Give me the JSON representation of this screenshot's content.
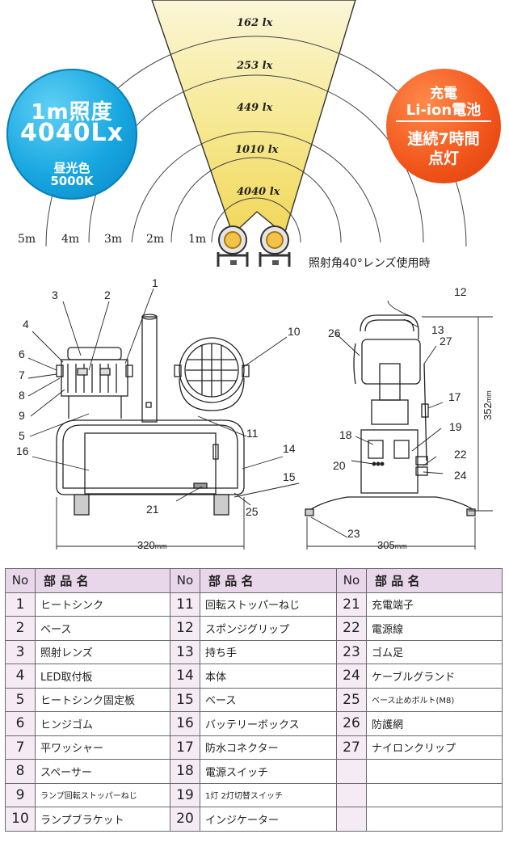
{
  "illuminance": {
    "levels": [
      {
        "lux": "162 lx",
        "distance": "5m"
      },
      {
        "lux": "253 lx",
        "distance": "4m"
      },
      {
        "lux": "449 lx",
        "distance": "3m"
      },
      {
        "lux": "1010 lx",
        "distance": "2m"
      },
      {
        "lux": "4040 lx",
        "distance": "1m"
      }
    ],
    "beam_color": "#f4e27c",
    "lens_caption": "照射角40°レンズ使用時"
  },
  "badge_left": {
    "line1": "1m照度",
    "line2": "4040Lx",
    "line3": "昼光色",
    "line4": "5000K",
    "color": "#17a6e0"
  },
  "badge_right": {
    "line1": "充電",
    "line2": "Li-ion電池",
    "line3": "連続7時間",
    "line4": "点灯",
    "color": "#f1541a"
  },
  "drawing": {
    "front_callouts": [
      "1",
      "2",
      "3",
      "4",
      "5",
      "6",
      "7",
      "8",
      "9",
      "10",
      "11",
      "14",
      "15",
      "16",
      "21",
      "25"
    ],
    "side_callouts": [
      "12",
      "13",
      "17",
      "18",
      "19",
      "20",
      "22",
      "23",
      "24",
      "26",
      "27"
    ],
    "width_front": "320",
    "width_side": "305",
    "height_side": "352",
    "unit": "mm"
  },
  "table": {
    "header_no": "No",
    "header_name": "部 品 名",
    "rows": [
      [
        {
          "no": "1",
          "name": "ヒートシンク"
        },
        {
          "no": "11",
          "name": "回転ストッパーねじ"
        },
        {
          "no": "21",
          "name": "充電端子"
        }
      ],
      [
        {
          "no": "2",
          "name": "ベース"
        },
        {
          "no": "12",
          "name": "スポンジグリップ"
        },
        {
          "no": "22",
          "name": "電源線"
        }
      ],
      [
        {
          "no": "3",
          "name": "照射レンズ"
        },
        {
          "no": "13",
          "name": "持ち手"
        },
        {
          "no": "23",
          "name": "ゴム足"
        }
      ],
      [
        {
          "no": "4",
          "name": "LED取付板"
        },
        {
          "no": "14",
          "name": "本体"
        },
        {
          "no": "24",
          "name": "ケーブルグランド"
        }
      ],
      [
        {
          "no": "5",
          "name": "ヒートシンク固定板"
        },
        {
          "no": "15",
          "name": "ベース"
        },
        {
          "no": "25",
          "name": "ベース止めボルト(M8)"
        }
      ],
      [
        {
          "no": "6",
          "name": "ヒンジゴム"
        },
        {
          "no": "16",
          "name": "バッテリーボックス"
        },
        {
          "no": "26",
          "name": "防護網"
        }
      ],
      [
        {
          "no": "7",
          "name": "平ワッシャー"
        },
        {
          "no": "17",
          "name": "防水コネクター"
        },
        {
          "no": "27",
          "name": "ナイロンクリップ"
        }
      ],
      [
        {
          "no": "8",
          "name": "スペーサー"
        },
        {
          "no": "18",
          "name": "電源スイッチ"
        },
        {
          "no": "",
          "name": ""
        }
      ],
      [
        {
          "no": "9",
          "name": "ランプ回転ストッパーねじ"
        },
        {
          "no": "19",
          "name": "1灯 2灯切替スイッチ"
        },
        {
          "no": "",
          "name": ""
        }
      ],
      [
        {
          "no": "10",
          "name": "ランプブラケット"
        },
        {
          "no": "20",
          "name": "インジケーター"
        },
        {
          "no": "",
          "name": ""
        }
      ]
    ]
  }
}
